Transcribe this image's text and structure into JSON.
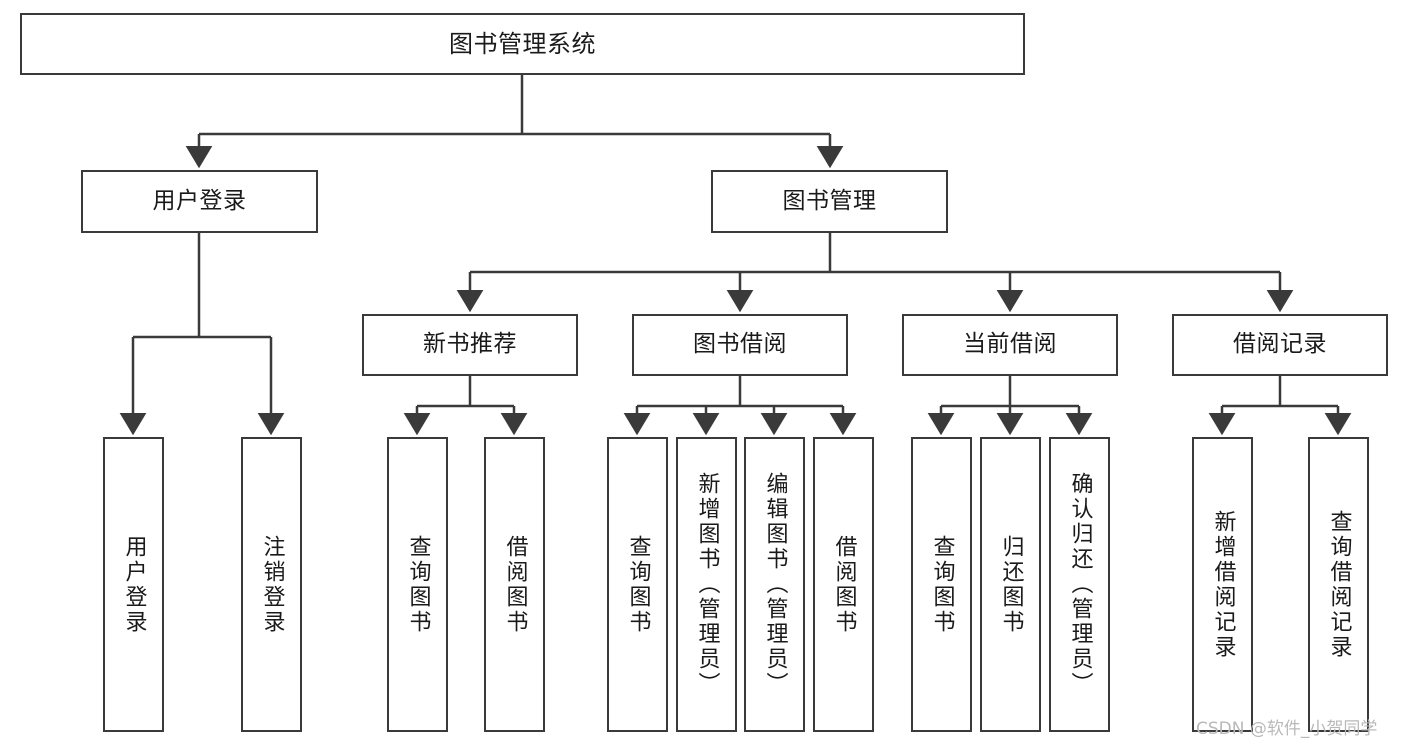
{
  "diagram": {
    "title": "图书管理系统",
    "type": "tree",
    "orientation": "top-down",
    "style": {
      "box_border_color": "#3a3a3a",
      "box_fill_color": "#ffffff",
      "connector_color": "#3a3a3a",
      "background_color": "#ffffff",
      "text_color": "#1a1a1a"
    },
    "levels": [
      {
        "level": 1,
        "nodes": [
          {
            "id": "root",
            "label": "图书管理系统",
            "text_direction": "horizontal"
          }
        ]
      },
      {
        "level": 2,
        "nodes": [
          {
            "id": "user-login",
            "label": "用户登录",
            "parent": "root",
            "text_direction": "horizontal"
          },
          {
            "id": "book-manage",
            "label": "图书管理",
            "parent": "root",
            "text_direction": "horizontal"
          }
        ]
      },
      {
        "level": 3,
        "nodes": [
          {
            "id": "new-book-recommend",
            "label": "新书推荐",
            "parent": "book-manage",
            "text_direction": "horizontal"
          },
          {
            "id": "book-borrow",
            "label": "图书借阅",
            "parent": "book-manage",
            "text_direction": "horizontal"
          },
          {
            "id": "current-borrow",
            "label": "当前借阅",
            "parent": "book-manage",
            "text_direction": "horizontal"
          },
          {
            "id": "borrow-record",
            "label": "借阅记录",
            "parent": "book-manage",
            "text_direction": "horizontal"
          }
        ]
      },
      {
        "level": 4,
        "nodes": [
          {
            "id": "leaf-user-login",
            "label": "用户登录",
            "parent": "user-login",
            "text_direction": "vertical"
          },
          {
            "id": "leaf-logout",
            "label": "注销登录",
            "parent": "user-login",
            "text_direction": "vertical"
          },
          {
            "id": "leaf-query-book-1",
            "label": "查询图书",
            "parent": "new-book-recommend",
            "text_direction": "vertical"
          },
          {
            "id": "leaf-borrow-book-1",
            "label": "借阅图书",
            "parent": "new-book-recommend",
            "text_direction": "vertical"
          },
          {
            "id": "leaf-query-book-2",
            "label": "查询图书",
            "parent": "book-borrow",
            "text_direction": "vertical"
          },
          {
            "id": "leaf-add-book",
            "label": "新增图书（管理员）",
            "parent": "book-borrow",
            "text_direction": "vertical"
          },
          {
            "id": "leaf-edit-book",
            "label": "编辑图书（管理员）",
            "parent": "book-borrow",
            "text_direction": "vertical"
          },
          {
            "id": "leaf-borrow-book-2",
            "label": "借阅图书",
            "parent": "book-borrow",
            "text_direction": "vertical"
          },
          {
            "id": "leaf-query-book-3",
            "label": "查询图书",
            "parent": "current-borrow",
            "text_direction": "vertical"
          },
          {
            "id": "leaf-return-book",
            "label": "归还图书",
            "parent": "current-borrow",
            "text_direction": "vertical"
          },
          {
            "id": "leaf-confirm-return",
            "label": "确认归还（管理员）",
            "parent": "current-borrow",
            "text_direction": "vertical"
          },
          {
            "id": "leaf-add-record",
            "label": "新增借阅记录",
            "parent": "borrow-record",
            "text_direction": "vertical"
          },
          {
            "id": "leaf-query-record",
            "label": "查询借阅记录",
            "parent": "borrow-record",
            "text_direction": "vertical"
          }
        ]
      }
    ]
  },
  "watermark": {
    "text": "CSDN @软件_小贺同学"
  }
}
